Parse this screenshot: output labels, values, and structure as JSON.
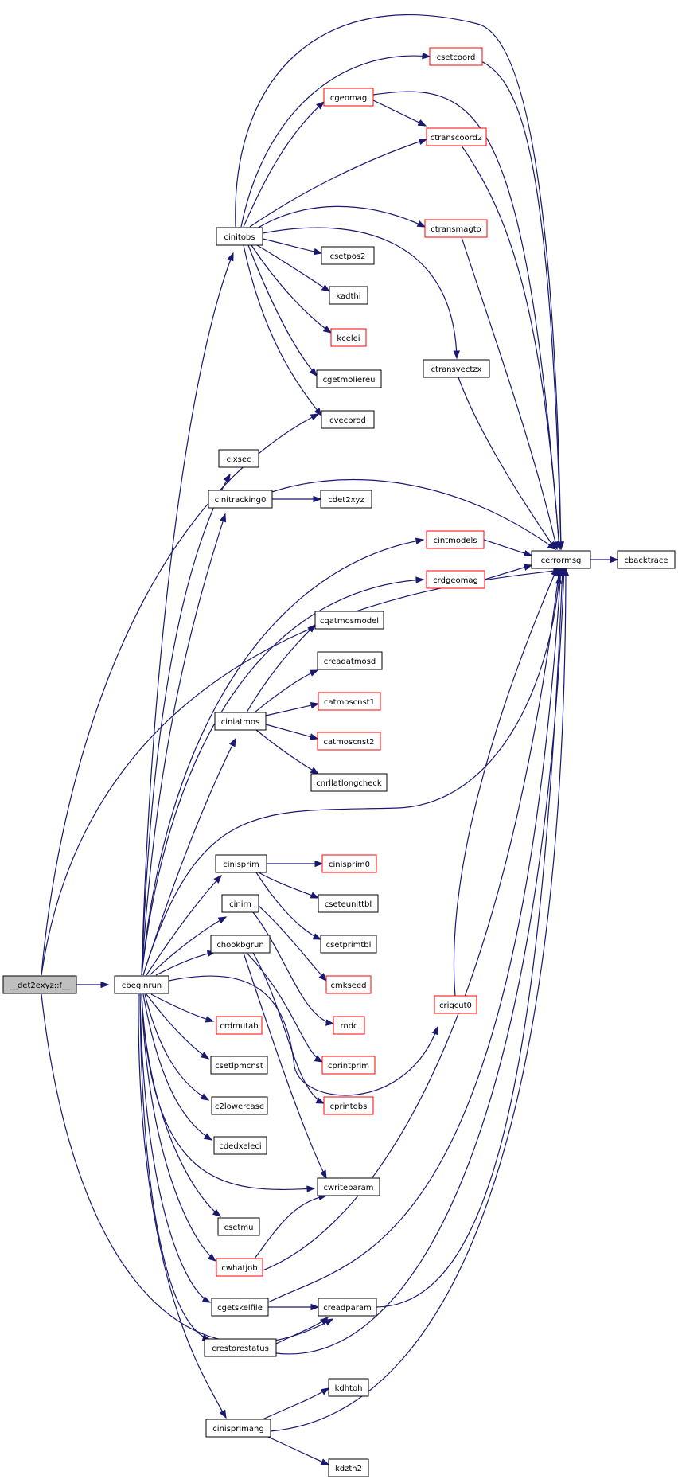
{
  "colors": {
    "edge": "#191970",
    "node_border_normal": "#000000",
    "node_border_truncated": "#ff0000",
    "root_fill": "#bfbfbf",
    "node_fill": "#ffffff"
  },
  "nodes": [
    {
      "id": "root",
      "label": "__det2exyz::f__",
      "root": true
    },
    {
      "id": "cbeginrun",
      "label": "cbeginrun"
    },
    {
      "id": "ciniatmos",
      "label": "ciniatmos"
    },
    {
      "id": "cerrormsg",
      "label": "cerrormsg"
    },
    {
      "id": "cbacktrace",
      "label": "cbacktrace"
    },
    {
      "id": "cinitobs",
      "label": "cinitobs"
    },
    {
      "id": "csetcoord",
      "label": "csetcoord",
      "truncated": true
    },
    {
      "id": "cgeomag",
      "label": "cgeomag",
      "truncated": true
    },
    {
      "id": "ctranscoord2",
      "label": "ctranscoord2",
      "truncated": true
    },
    {
      "id": "ctransmagto",
      "label": "ctransmagto",
      "truncated": true
    },
    {
      "id": "csetpos2",
      "label": "csetpos2"
    },
    {
      "id": "kadthi",
      "label": "kadthi"
    },
    {
      "id": "kcelei",
      "label": "kcelei",
      "truncated": true
    },
    {
      "id": "cgetmoliereu",
      "label": "cgetmoliereu"
    },
    {
      "id": "cvecprod",
      "label": "cvecprod"
    },
    {
      "id": "ctransvectzx",
      "label": "ctransvectzx"
    },
    {
      "id": "cixsec",
      "label": "cixsec"
    },
    {
      "id": "cinitracking0",
      "label": "cinitracking0"
    },
    {
      "id": "cdet2xyz",
      "label": "cdet2xyz"
    },
    {
      "id": "cintmodels",
      "label": "cintmodels",
      "truncated": true
    },
    {
      "id": "crdgeomag",
      "label": "crdgeomag",
      "truncated": true
    },
    {
      "id": "cqatmosmodel",
      "label": "cqatmosmodel"
    },
    {
      "id": "creadatmosd",
      "label": "creadatmosd"
    },
    {
      "id": "catmoscnst1",
      "label": "catmoscnst1",
      "truncated": true
    },
    {
      "id": "catmoscnst2",
      "label": "catmoscnst2",
      "truncated": true
    },
    {
      "id": "cnrllatlongcheck",
      "label": "cnrllatlongcheck"
    },
    {
      "id": "cinisprim",
      "label": "cinisprim"
    },
    {
      "id": "cinisprim0",
      "label": "cinisprim0",
      "truncated": true
    },
    {
      "id": "cseteunittbl",
      "label": "cseteunittbl"
    },
    {
      "id": "csetprimtbl",
      "label": "csetprimtbl"
    },
    {
      "id": "cinirn",
      "label": "cinirn"
    },
    {
      "id": "cmkseed",
      "label": "cmkseed",
      "truncated": true
    },
    {
      "id": "rndc",
      "label": "rndc",
      "truncated": true
    },
    {
      "id": "chookbgrun",
      "label": "chookbgrun"
    },
    {
      "id": "cprintprim",
      "label": "cprintprim",
      "truncated": true
    },
    {
      "id": "cprintobs",
      "label": "cprintobs",
      "truncated": true
    },
    {
      "id": "crigcut0",
      "label": "crigcut0",
      "truncated": true
    },
    {
      "id": "crdmutab",
      "label": "crdmutab",
      "truncated": true
    },
    {
      "id": "csetlpmcnst",
      "label": "csetlpmcnst"
    },
    {
      "id": "c2lowercase",
      "label": "c2lowercase"
    },
    {
      "id": "cdedxeleci",
      "label": "cdedxeleci"
    },
    {
      "id": "cwriteparam",
      "label": "cwriteparam"
    },
    {
      "id": "csetmu",
      "label": "csetmu"
    },
    {
      "id": "cwhatjob",
      "label": "cwhatjob",
      "truncated": true
    },
    {
      "id": "cgetskelfile",
      "label": "cgetskelfile"
    },
    {
      "id": "creadparam",
      "label": "creadparam"
    },
    {
      "id": "crestorestatus",
      "label": "crestorestatus"
    },
    {
      "id": "cinisprimang",
      "label": "cinisprimang"
    },
    {
      "id": "kdhtoh",
      "label": "kdhtoh"
    },
    {
      "id": "kdzth2",
      "label": "kdzth2"
    }
  ]
}
